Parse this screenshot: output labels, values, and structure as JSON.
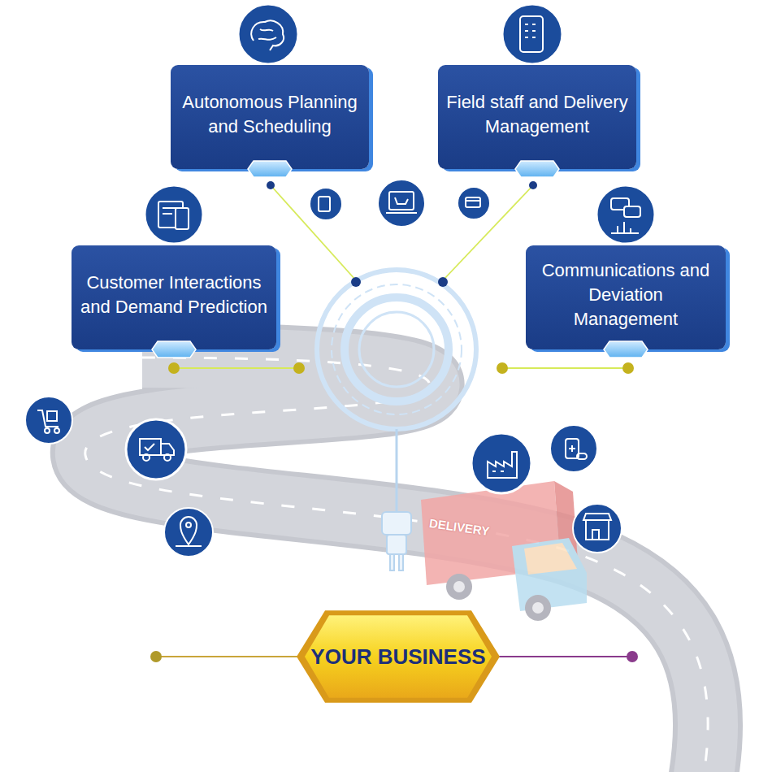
{
  "diagram": {
    "nodes": [
      {
        "text": [
          "Autonomous Planning and Scheduling"
        ]
      },
      {
        "text": [
          "Field staff and Delivery Management"
        ]
      },
      {
        "text": [
          "Customer Interactions and Demand Prediction"
        ]
      },
      {
        "text": [
          "Communications and Deviation Management"
        ]
      },
      {
        "text": [
          "YOUR BUSINESS"
        ]
      }
    ],
    "labels": [
      "DELIVERY"
    ]
  }
}
